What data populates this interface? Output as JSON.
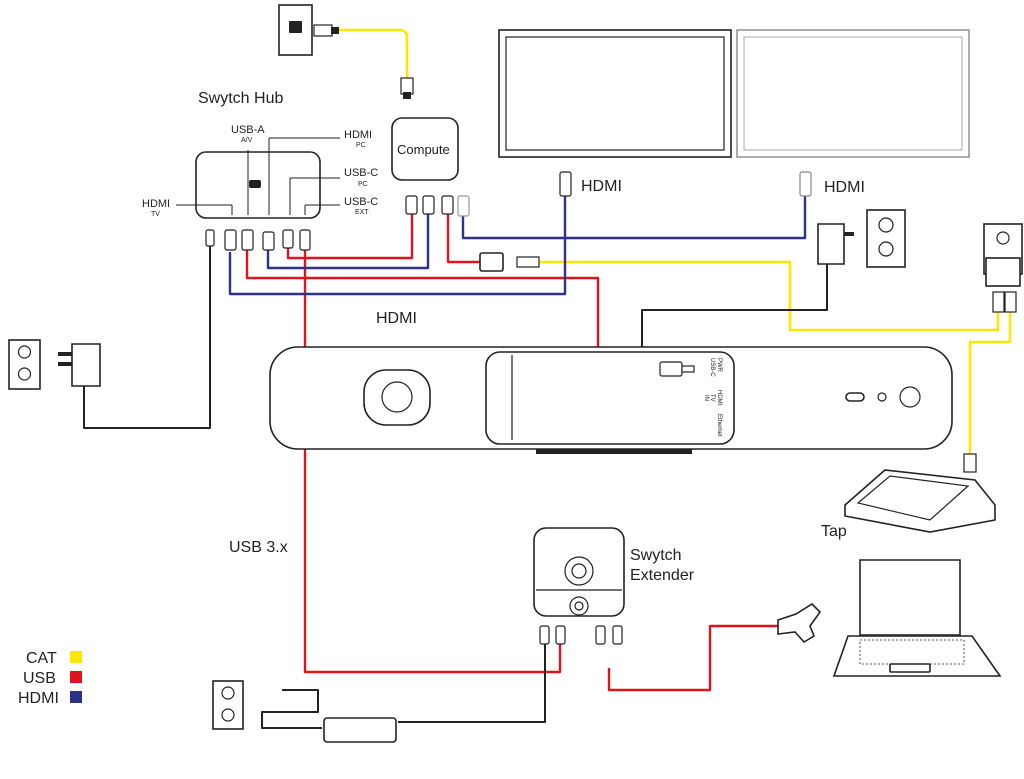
{
  "labels": {
    "swytch_hub": "Swytch Hub",
    "compute": "Compute",
    "hdmi_left": "HDMI",
    "hdmi_right": "HDMI",
    "hdmi_middle": "HDMI",
    "usb_3x": "USB 3.x",
    "swytch_extender_1": "Swytch",
    "swytch_extender_2": "Extender",
    "tap": "Tap"
  },
  "hub_ports": {
    "usba": "USB-A",
    "usba_sub": "A/V",
    "hdmi_pc": "HDMI",
    "hdmi_pc_sub": "PC",
    "usbc_pc": "USB-C",
    "usbc_pc_sub": "PC",
    "usbc_ext": "USB-C",
    "usbc_ext_sub": "EXT",
    "hdmi_tv": "HDMI",
    "hdmi_tv_sub": "TV"
  },
  "bar_ports": {
    "pwr": "PWR",
    "usbc": "USB-C",
    "hdmi": "HDMI",
    "tv": "TV",
    "in": "IN",
    "ethernet": "Ethernet"
  },
  "legend": [
    {
      "label": "CAT",
      "color": "#ffe600"
    },
    {
      "label": "USB",
      "color": "#e0141e"
    },
    {
      "label": "HDMI",
      "color": "#2c318f"
    }
  ]
}
